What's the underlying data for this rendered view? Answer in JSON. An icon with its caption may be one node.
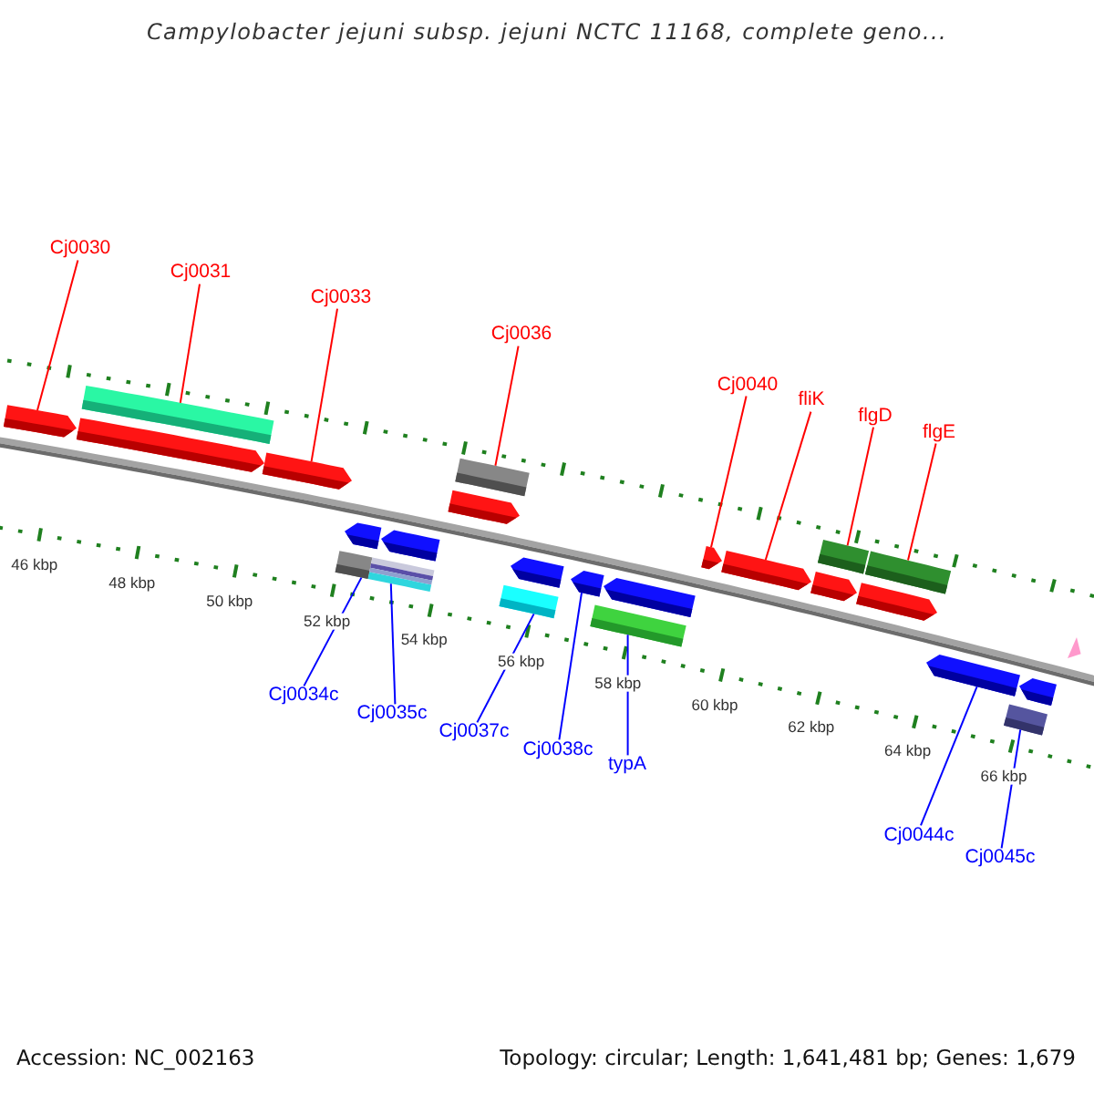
{
  "diagram": {
    "title": "Campylobacter jejuni subsp. jejuni NCTC 11168, complete geno...",
    "nodes": [
      {
        "text": [
          "Cj0030"
        ]
      },
      {
        "text": [
          "Cj0031"
        ]
      },
      {
        "text": [
          "Cj0033"
        ]
      },
      {
        "text": [
          "Cj0036"
        ]
      },
      {
        "text": [
          "Cj0040"
        ]
      },
      {
        "text": [
          "fliK"
        ]
      },
      {
        "text": [
          "flgD"
        ]
      },
      {
        "text": [
          "flgE"
        ]
      },
      {
        "text": [
          "Cj0034c"
        ]
      },
      {
        "text": [
          "Cj0035c"
        ]
      },
      {
        "text": [
          "Cj0037c"
        ]
      },
      {
        "text": [
          "Cj0038c"
        ]
      },
      {
        "text": [
          "typA"
        ]
      },
      {
        "text": [
          "Cj0044c"
        ]
      },
      {
        "text": [
          "Cj0045c"
        ]
      },
      {
        "text": [],
        "shape": "bar"
      },
      {
        "text": [],
        "shape": "bar"
      },
      {
        "text": [],
        "shape": "bar"
      },
      {
        "text": [],
        "shape": "bar"
      },
      {
        "text": [],
        "shape": "bar"
      },
      {
        "text": [],
        "shape": "bar"
      },
      {
        "text": [],
        "shape": "bar"
      },
      {
        "text": [],
        "shape": "bar"
      },
      {
        "text": [],
        "shape": "bar"
      },
      {
        "text": [],
        "shape": "bar"
      },
      {
        "text": [],
        "shape": "bar"
      },
      {
        "text": [],
        "shape": "bar"
      },
      {
        "text": [],
        "shape": "bar"
      },
      {
        "text": [],
        "shape": "bar"
      },
      {
        "text": [],
        "shape": "bar"
      },
      {
        "text": [],
        "shape": "bar"
      },
      {
        "text": [],
        "shape": "bar"
      },
      {
        "text": [],
        "shape": "bar"
      },
      {
        "text": [],
        "shape": "bar"
      },
      {
        "text": [],
        "shape": "bar"
      },
      {
        "text": [],
        "shape": "bar"
      },
      {
        "text": [],
        "shape": "bar"
      },
      {
        "text": [],
        "shape": "bar"
      },
      {
        "text": [],
        "shape": "bar"
      }
    ],
    "edges": [
      {
        "from": 0,
        "to": 15,
        "arrow": "none"
      },
      {
        "from": 1,
        "to": 17,
        "arrow": "none"
      },
      {
        "from": 2,
        "to": 18,
        "arrow": "none"
      },
      {
        "from": 3,
        "to": 24,
        "arrow": "none"
      },
      {
        "from": 4,
        "to": 30,
        "arrow": "none"
      },
      {
        "from": 5,
        "to": 31,
        "arrow": "none"
      },
      {
        "from": 6,
        "to": 33,
        "arrow": "none"
      },
      {
        "from": 7,
        "to": 35,
        "arrow": "none"
      },
      {
        "from": 8,
        "to": 19,
        "arrow": "none",
        "color": "#0000ff"
      },
      {
        "from": 9,
        "to": 21,
        "arrow": "none",
        "color": "#0000ff"
      },
      {
        "from": 10,
        "to": 25,
        "arrow": "none",
        "color": "#0000ff"
      },
      {
        "from": 11,
        "to": 27,
        "arrow": "none",
        "color": "#0000ff"
      },
      {
        "from": 12,
        "to": 28,
        "arrow": "none",
        "color": "#0000ff"
      },
      {
        "from": 13,
        "to": 36,
        "arrow": "none",
        "color": "#0000ff"
      },
      {
        "from": 14,
        "to": 37,
        "arrow": "none",
        "color": "#0000ff"
      }
    ],
    "labels": [
      "46 kbp",
      "48 kbp",
      "50 kbp",
      "52 kbp",
      "54 kbp",
      "56 kbp",
      "58 kbp",
      "60 kbp",
      "62 kbp",
      "64 kbp",
      "66 kbp",
      "Accession: NC_002163",
      "Topology: circular; Length: 1,641,481 bp; Genes: 1,679"
    ]
  }
}
